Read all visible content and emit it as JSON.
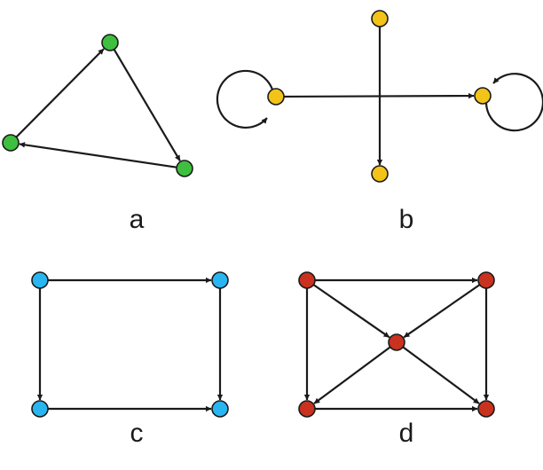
{
  "colors": {
    "edge": "#1a1a1a",
    "green": "#3fbf3f",
    "yellow": "#f2c318",
    "blue": "#29b6f0",
    "red": "#c8321e"
  },
  "panels": [
    {
      "id": "a",
      "label": "a",
      "color": "green",
      "nodes": [
        "a1",
        "a2",
        "a3"
      ],
      "edges": [
        {
          "from": "a3",
          "to": "a1"
        },
        {
          "from": "a1",
          "to": "a2"
        },
        {
          "from": "a2",
          "to": "a3"
        }
      ],
      "self_loops": []
    },
    {
      "id": "b",
      "label": "b",
      "color": "yellow",
      "nodes": [
        "b_top",
        "b_left",
        "b_right",
        "b_bottom"
      ],
      "edges": [
        {
          "from": "b_left",
          "to": "b_right"
        },
        {
          "from": "b_top",
          "to": "b_bottom"
        }
      ],
      "self_loops": [
        "b_left",
        "b_right"
      ]
    },
    {
      "id": "c",
      "label": "c",
      "color": "blue",
      "nodes": [
        "c_tl",
        "c_tr",
        "c_bl",
        "c_br"
      ],
      "edges": [
        {
          "from": "c_tl",
          "to": "c_tr"
        },
        {
          "from": "c_tl",
          "to": "c_bl"
        },
        {
          "from": "c_tr",
          "to": "c_br"
        },
        {
          "from": "c_bl",
          "to": "c_br"
        }
      ],
      "self_loops": []
    },
    {
      "id": "d",
      "label": "d",
      "color": "red",
      "nodes": [
        "d_tl",
        "d_tr",
        "d_c",
        "d_bl",
        "d_br"
      ],
      "edges": [
        {
          "from": "d_tl",
          "to": "d_tr"
        },
        {
          "from": "d_tl",
          "to": "d_bl"
        },
        {
          "from": "d_tr",
          "to": "d_br"
        },
        {
          "from": "d_bl",
          "to": "d_br"
        },
        {
          "from": "d_tl",
          "to": "d_c"
        },
        {
          "from": "d_tr",
          "to": "d_c"
        },
        {
          "from": "d_c",
          "to": "d_bl"
        },
        {
          "from": "d_c",
          "to": "d_br"
        }
      ],
      "self_loops": []
    }
  ]
}
